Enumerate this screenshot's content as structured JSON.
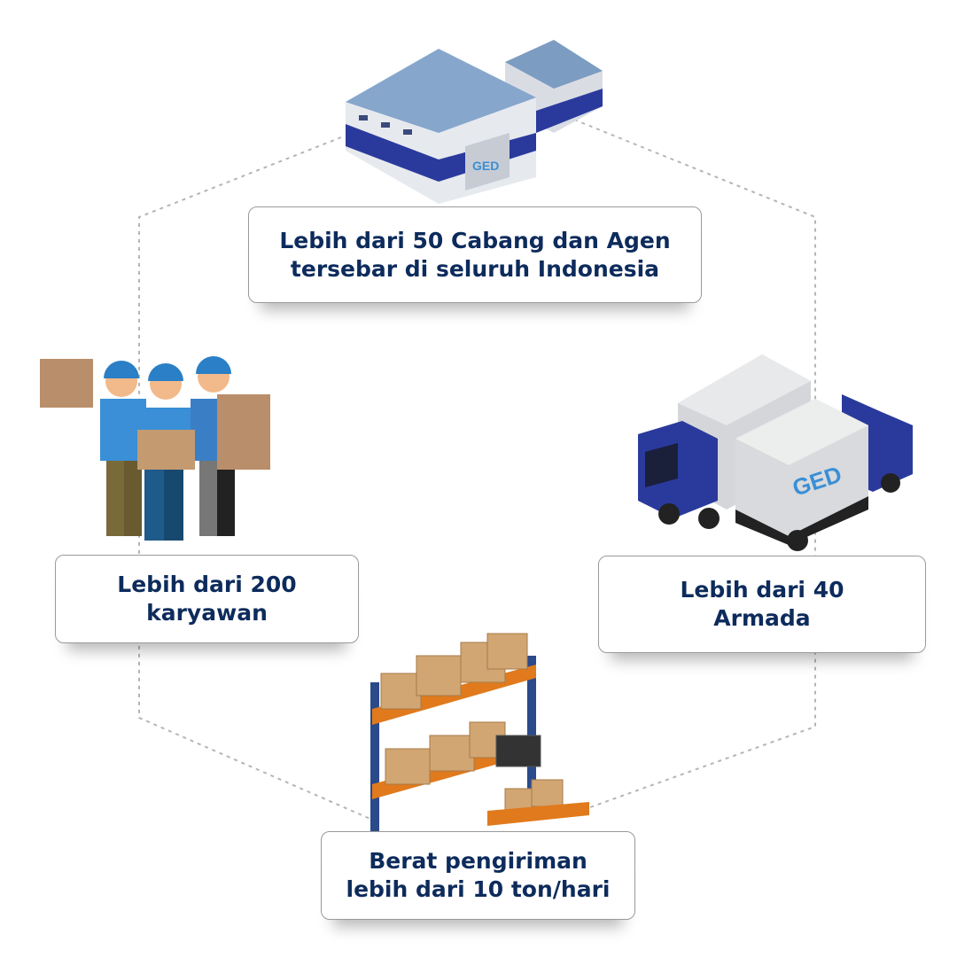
{
  "colors": {
    "text": "#0d2b5c",
    "brand_blue": "#2a3a9c",
    "logo_blue": "#3a8fd6",
    "box": "#c99a6a",
    "shelf": "#e07a1c"
  },
  "logo_text": "GED",
  "stats": [
    {
      "line1": "Lebih dari 50 Cabang dan Agen",
      "line2": "tersebar di seluruh Indonesia",
      "icon": "warehouse-icon"
    },
    {
      "line1": "Lebih dari 200",
      "line2": "karyawan",
      "icon": "workers-icon"
    },
    {
      "line1": "Lebih dari 40",
      "line2": "Armada",
      "icon": "trucks-icon"
    },
    {
      "line1": "Berat pengiriman",
      "line2": "lebih dari 10 ton/hari",
      "icon": "warehouse-shelf-icon"
    }
  ]
}
